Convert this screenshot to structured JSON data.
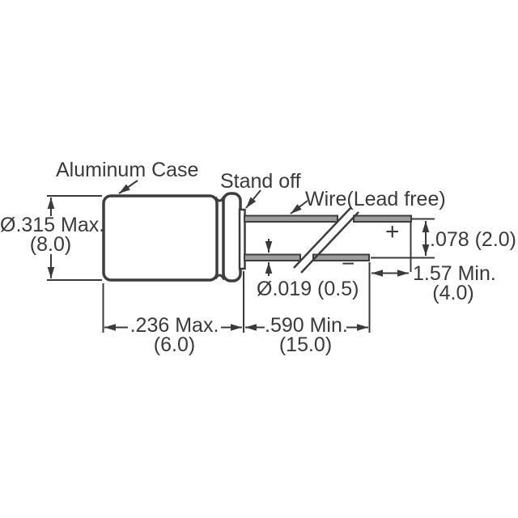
{
  "diagram_title": "Radial lead aluminum electrolytic capacitor outline drawing",
  "labels": {
    "aluminum_case": "Aluminum Case",
    "stand_off": "Stand off",
    "wire": "Wire(Lead free)",
    "plus": "+",
    "minus": "−"
  },
  "dims": {
    "case_diameter_in": "Ø.315 Max.",
    "case_diameter_mm": "(8.0)",
    "case_length_in": ".236 Max.",
    "case_length_mm": "(6.0)",
    "lead_length_in": ".590 Min.",
    "lead_length_mm": "(15.0)",
    "lead_spacing": ".078 (2.0)",
    "lead_trim_in": "1.57 Min.",
    "lead_trim_mm": "(4.0)",
    "wire_diameter": "Ø.019 (0.5)"
  },
  "colors": {
    "line": "#3d3d3d",
    "text": "#3a3a3a",
    "wire_fill": "#9c9c9c",
    "background": "#ffffff"
  }
}
